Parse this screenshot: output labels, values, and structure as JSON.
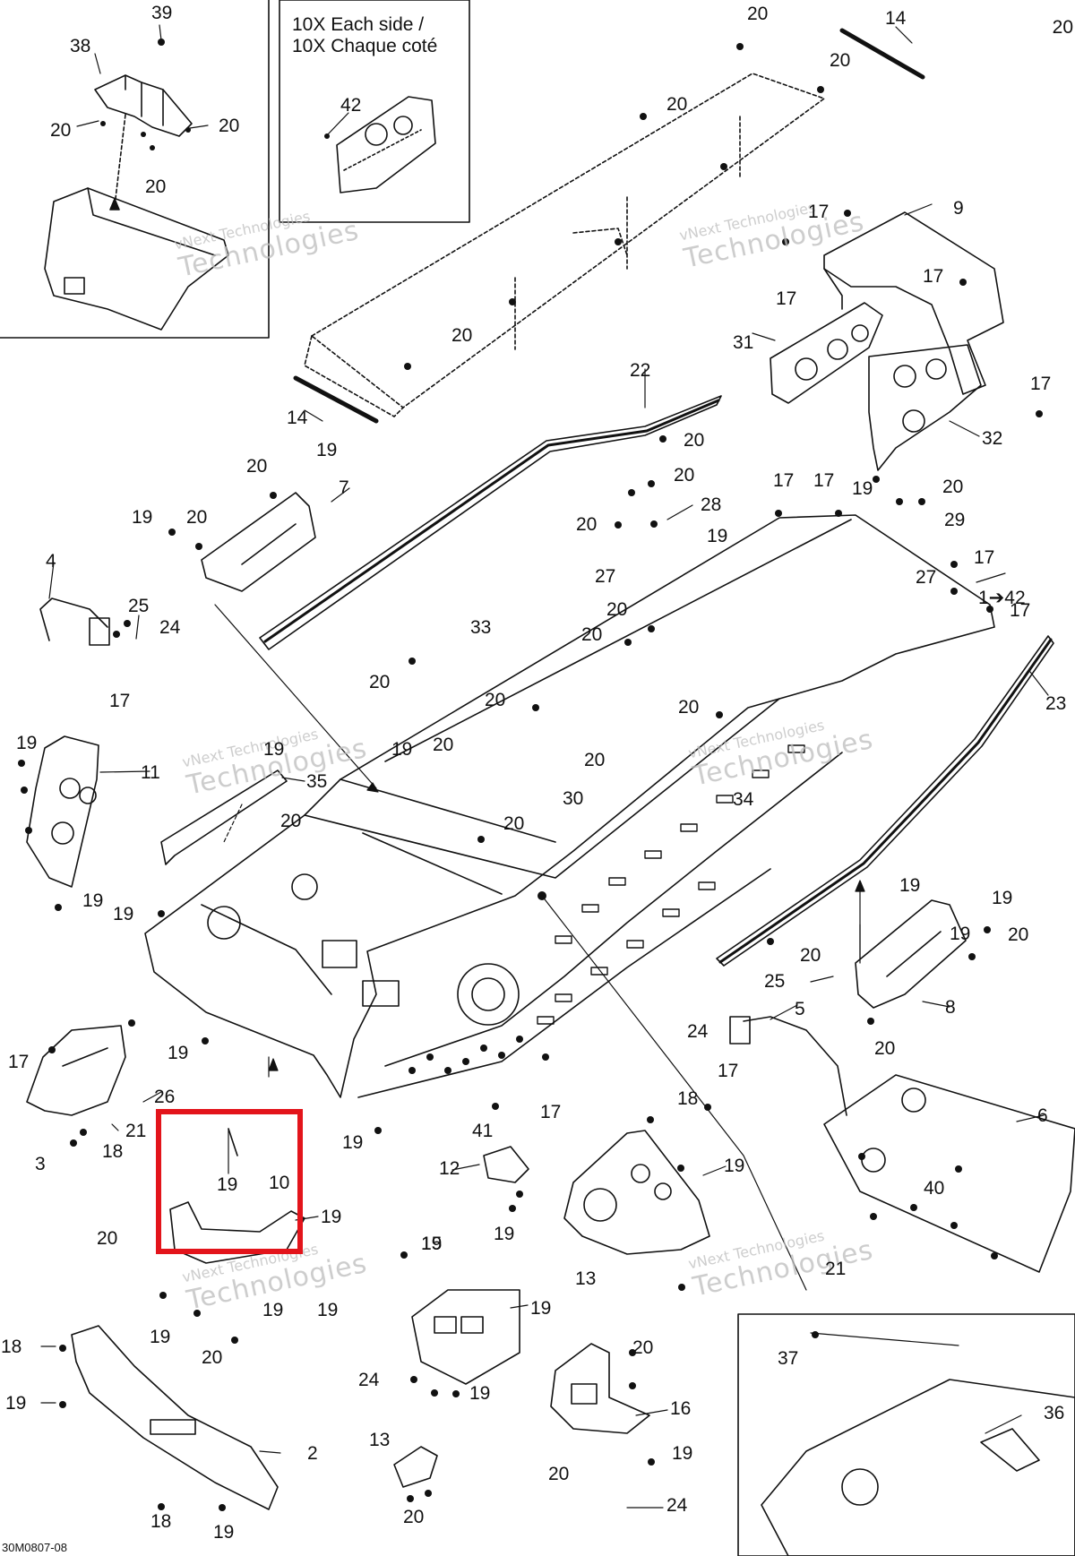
{
  "diagram": {
    "note_line1": "10X Each side /",
    "note_line2": "10X Chaque coté",
    "drawing_code": "30M0807-08",
    "watermark_line1": "vNext Technologies",
    "watermark_line2": "Technologies",
    "highlight_color": "#e3141b",
    "callouts": [
      "39",
      "38",
      "20",
      "20",
      "20",
      "42",
      "20",
      "14",
      "20",
      "20",
      "20",
      "17",
      "9",
      "17",
      "17",
      "31",
      "17",
      "32",
      "20",
      "14",
      "22",
      "20",
      "19",
      "20",
      "7",
      "19",
      "20",
      "20",
      "28",
      "20",
      "19",
      "27",
      "17",
      "17",
      "19",
      "20",
      "29",
      "27",
      "17",
      "1➔42",
      "17",
      "4",
      "25",
      "24",
      "17",
      "33",
      "20",
      "20",
      "20",
      "20",
      "20",
      "23",
      "19",
      "19",
      "35",
      "11",
      "19",
      "20",
      "20",
      "30",
      "34",
      "20",
      "20",
      "19",
      "19",
      "19",
      "19",
      "20",
      "19",
      "20",
      "25",
      "5",
      "8",
      "24",
      "20",
      "17",
      "17",
      "26",
      "21",
      "3",
      "18",
      "19",
      "19",
      "17",
      "41",
      "6",
      "12",
      "19",
      "18",
      "40",
      "19",
      "10",
      "19",
      "20",
      "19",
      "19",
      "13",
      "21",
      "19",
      "19",
      "19",
      "20",
      "15",
      "19",
      "18",
      "20",
      "37",
      "36",
      "19",
      "24",
      "19",
      "16",
      "2",
      "13",
      "20",
      "19",
      "18",
      "19",
      "20",
      "24"
    ]
  }
}
